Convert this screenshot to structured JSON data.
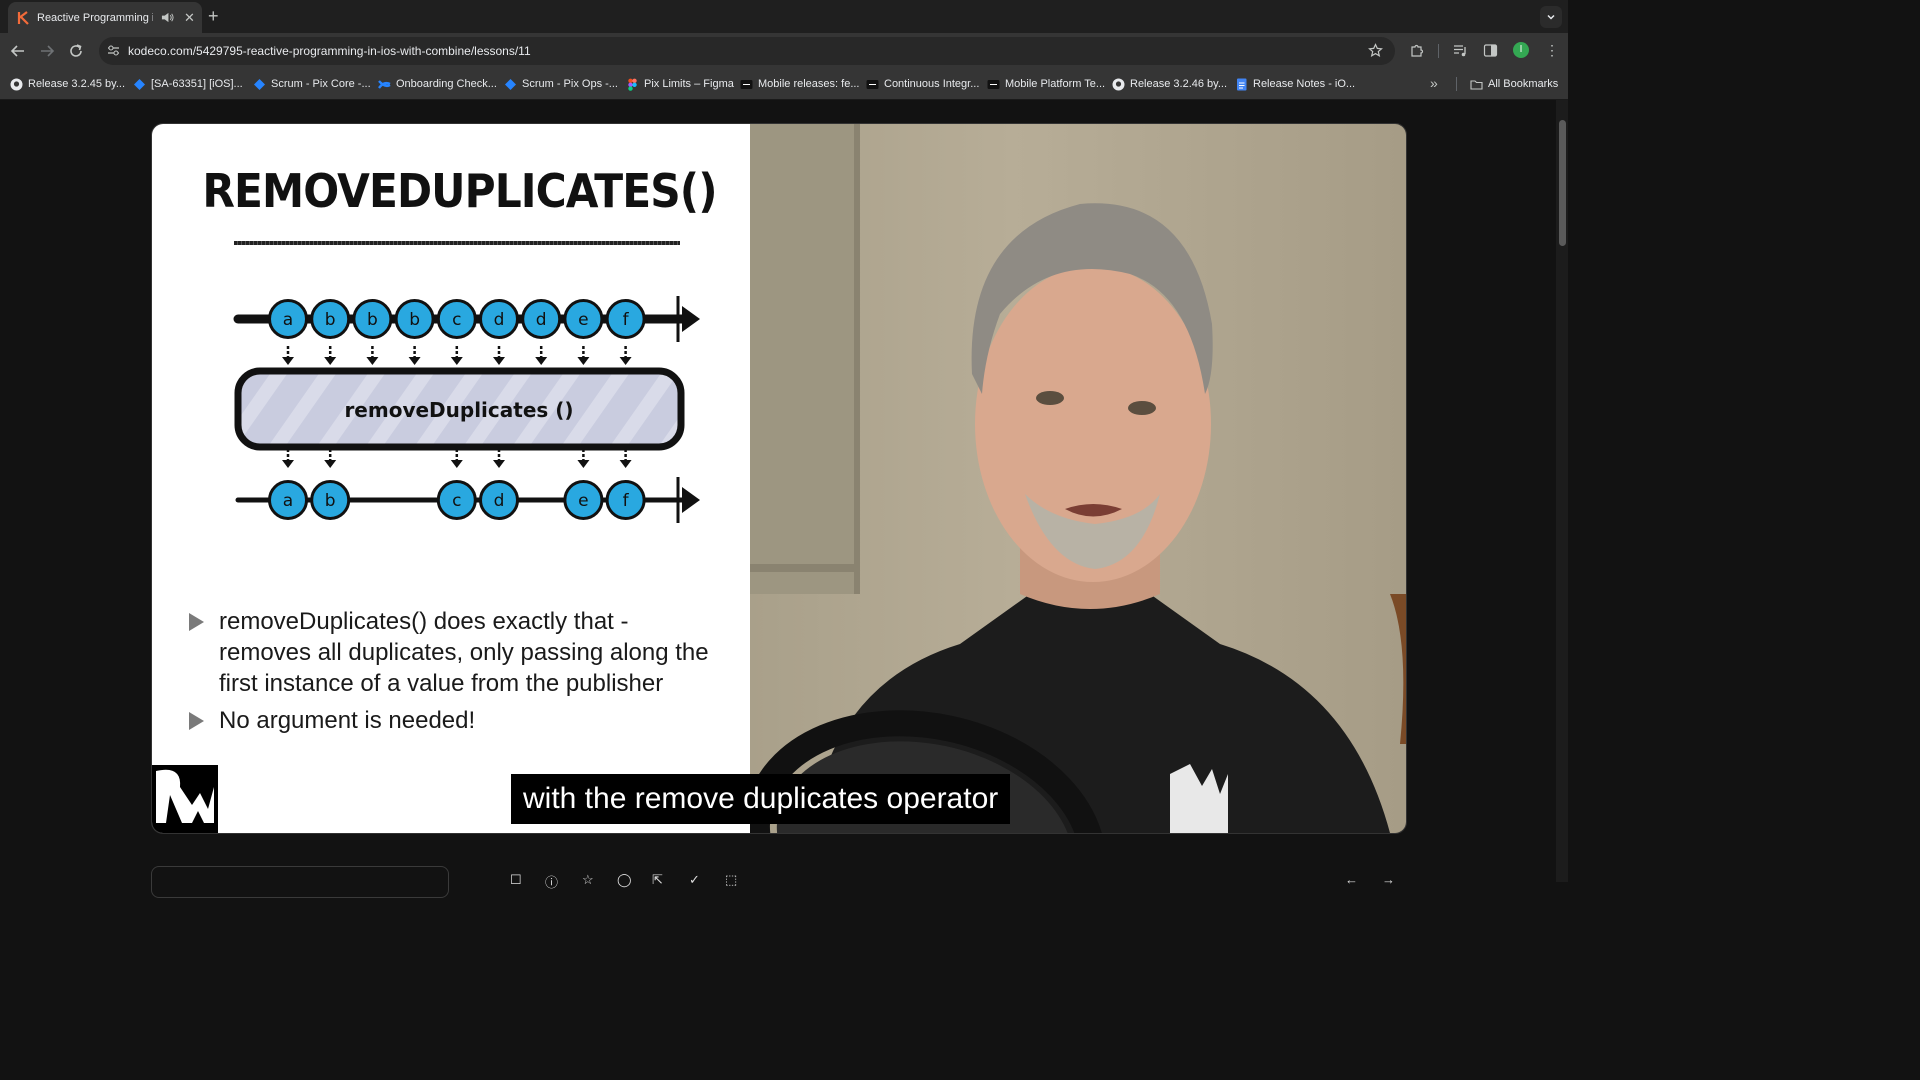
{
  "browser": {
    "tab": {
      "title": "Reactive Programming in",
      "favicon": "kodeco-k-icon"
    },
    "url": "kodeco.com/5429795-reactive-programming-in-ios-with-combine/lessons/11",
    "profile_initial": "I"
  },
  "bookmarks": {
    "items": [
      {
        "label": "Release 3.2.45 by...",
        "icon": "github-icon"
      },
      {
        "label": "[SA-63351] [iOS]...",
        "icon": "jira-icon"
      },
      {
        "label": "Scrum - Pix Core -...",
        "icon": "jira-icon"
      },
      {
        "label": "Onboarding Check...",
        "icon": "confluence-icon"
      },
      {
        "label": "Scrum - Pix Ops -...",
        "icon": "jira-icon"
      },
      {
        "label": "Pix Limits – Figma",
        "icon": "figma-icon"
      },
      {
        "label": "Mobile releases: fe...",
        "icon": "app-icon"
      },
      {
        "label": "Continuous Integr...",
        "icon": "app-icon"
      },
      {
        "label": "Mobile Platform Te...",
        "icon": "app-icon"
      },
      {
        "label": "Release 3.2.46 by...",
        "icon": "github-icon"
      },
      {
        "label": "Release Notes - iO...",
        "icon": "docs-icon"
      }
    ],
    "all_bookmarks": "All Bookmarks"
  },
  "slide": {
    "title": "REMOVEDUPLICATES()",
    "operator_label": "removeDuplicates ()",
    "input_marbles": [
      "a",
      "b",
      "b",
      "b",
      "c",
      "d",
      "d",
      "e",
      "f"
    ],
    "output_marbles": [
      "a",
      "b",
      "c",
      "d",
      "e",
      "f"
    ],
    "bullets": [
      "removeDuplicates() does exactly that - removes all duplicates, only passing along the first instance of a value from the publisher",
      "No argument is needed!"
    ]
  },
  "video": {
    "caption": "with the remove duplicates operator"
  },
  "colors": {
    "marble": "#29a8e0",
    "operator_fill": "#c9ccdf",
    "accent": "#f26b3a"
  }
}
